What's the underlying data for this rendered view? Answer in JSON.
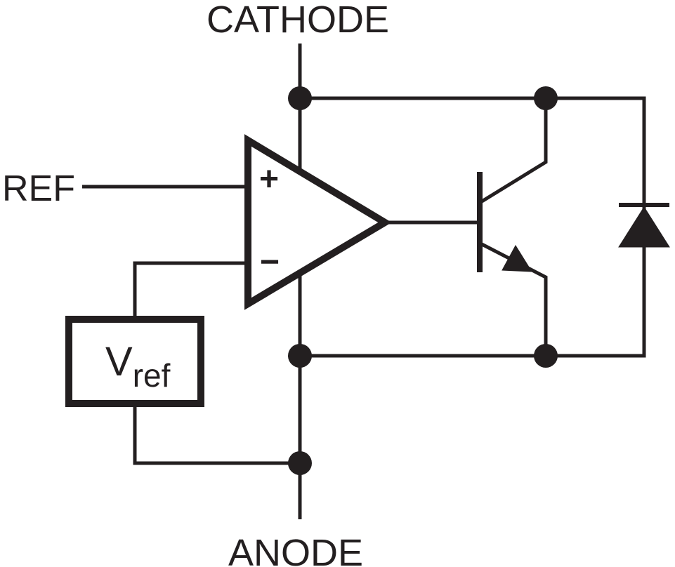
{
  "terminals": {
    "cathode": "CATHODE",
    "anode": "ANODE",
    "ref": "REF"
  },
  "opamp": {
    "noninverting_sign": "+",
    "inverting_sign": "−"
  },
  "vref_block": {
    "symbol_main": "V",
    "symbol_sub": "ref"
  },
  "components": {
    "error_amplifier": "op-amp comparator",
    "reference": "internal voltage reference",
    "pass_transistor": "npn transistor",
    "protection_diode": "diode between anode and cathode"
  },
  "colors": {
    "ink": "#231f20",
    "background": "#ffffff"
  }
}
